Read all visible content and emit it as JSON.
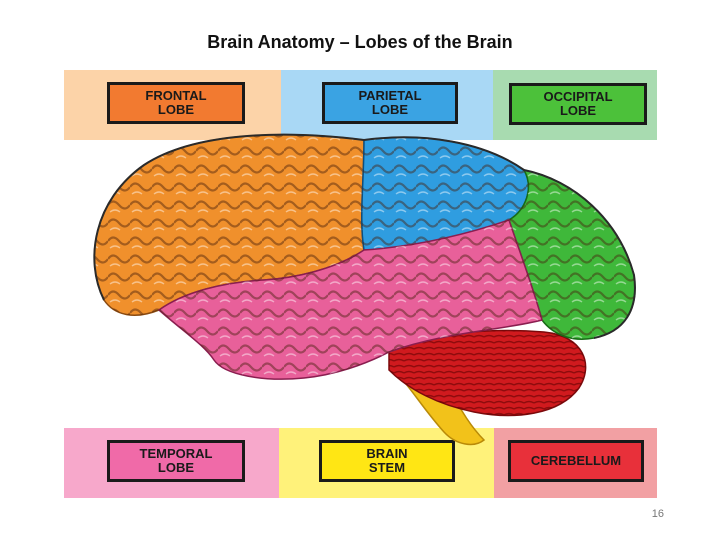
{
  "slide": {
    "title": "Brain Anatomy – Lobes of the Brain",
    "page_number": "16"
  },
  "labels": {
    "frontal": {
      "text": "FRONTAL\nLOBE",
      "box_color": "#f27a30",
      "band_color": "#fcd3a8"
    },
    "parietal": {
      "text": "PARIETAL\nLOBE",
      "box_color": "#3aa3e3",
      "band_color": "#a9d8f5"
    },
    "occipital": {
      "text": "OCCIPITAL\nLOBE",
      "box_color": "#4cc13a",
      "band_color": "#a8dbb0"
    },
    "temporal": {
      "text": "TEMPORAL\nLOBE",
      "box_color": "#f06aa8",
      "band_color": "#f7a8cb"
    },
    "brain_stem": {
      "text": "BRAIN\nSTEM",
      "box_color": "#ffe614",
      "band_color": "#fff27a"
    },
    "cerebellum": {
      "text": "CEREBELLUM",
      "box_color": "#e8303a",
      "band_color": "#f2a0a3"
    }
  },
  "colors": {
    "frontal_lobe": "#f0902c",
    "parietal_lobe": "#2f9de0",
    "occipital_lobe": "#3fb83a",
    "temporal_lobe": "#e8609a",
    "cerebellum": "#d01a1e",
    "brain_stem": "#f2c21a"
  }
}
